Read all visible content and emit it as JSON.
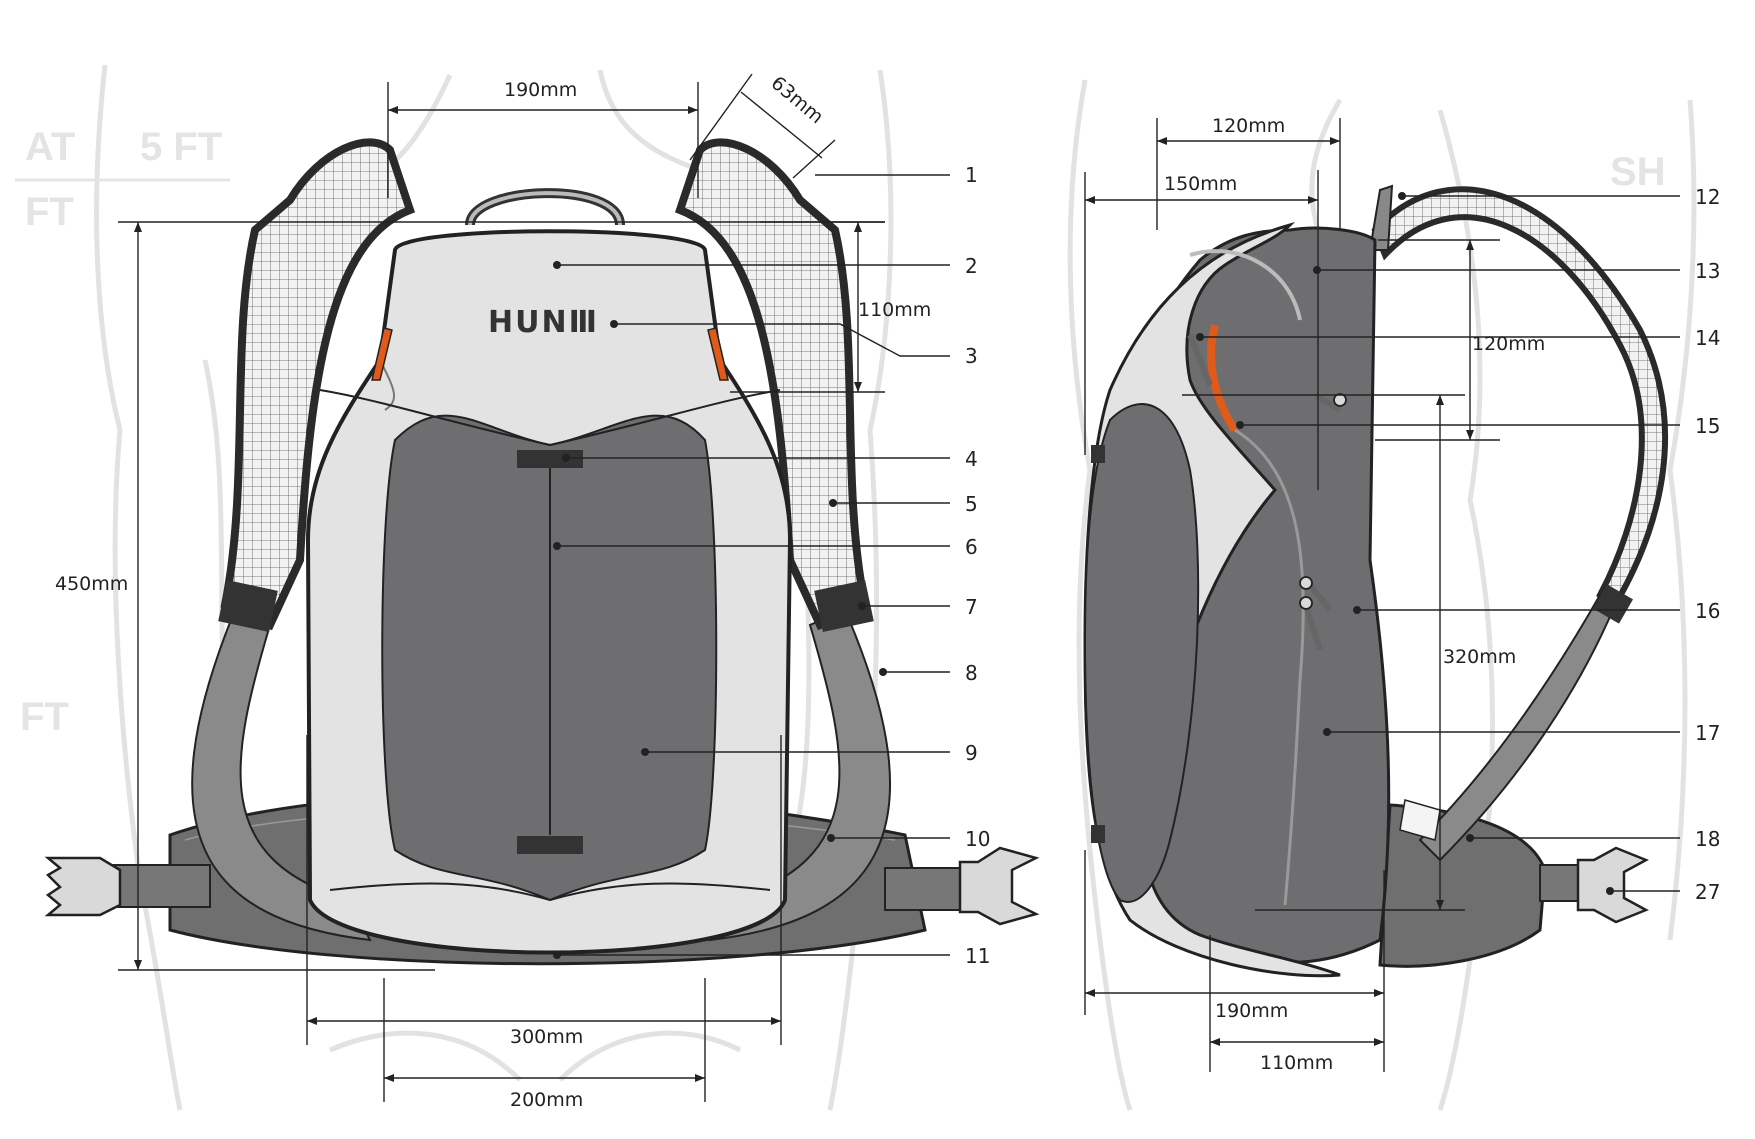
{
  "brand": {
    "logo": "HUNⅢ"
  },
  "background_text": {
    "a": "AT",
    "b": "5 FT",
    "c": "FT",
    "d": "FT",
    "e": "SH"
  },
  "dimensions": {
    "front_top_width": "190mm",
    "strap_width": "63mm",
    "front_height": "450mm",
    "strap_height": "110mm",
    "front_bottom_width": "300mm",
    "front_base_width": "200mm",
    "side_top_depth": "120mm",
    "side_upper_depth": "150mm",
    "side_zip_height": "120mm",
    "side_main_height": "320mm",
    "side_bottom_depth": "190mm",
    "side_base_depth": "110mm"
  },
  "callouts": [
    "1",
    "2",
    "3",
    "4",
    "5",
    "6",
    "7",
    "8",
    "9",
    "10",
    "11",
    "12",
    "13",
    "14",
    "15",
    "16",
    "17",
    "18",
    "27"
  ]
}
